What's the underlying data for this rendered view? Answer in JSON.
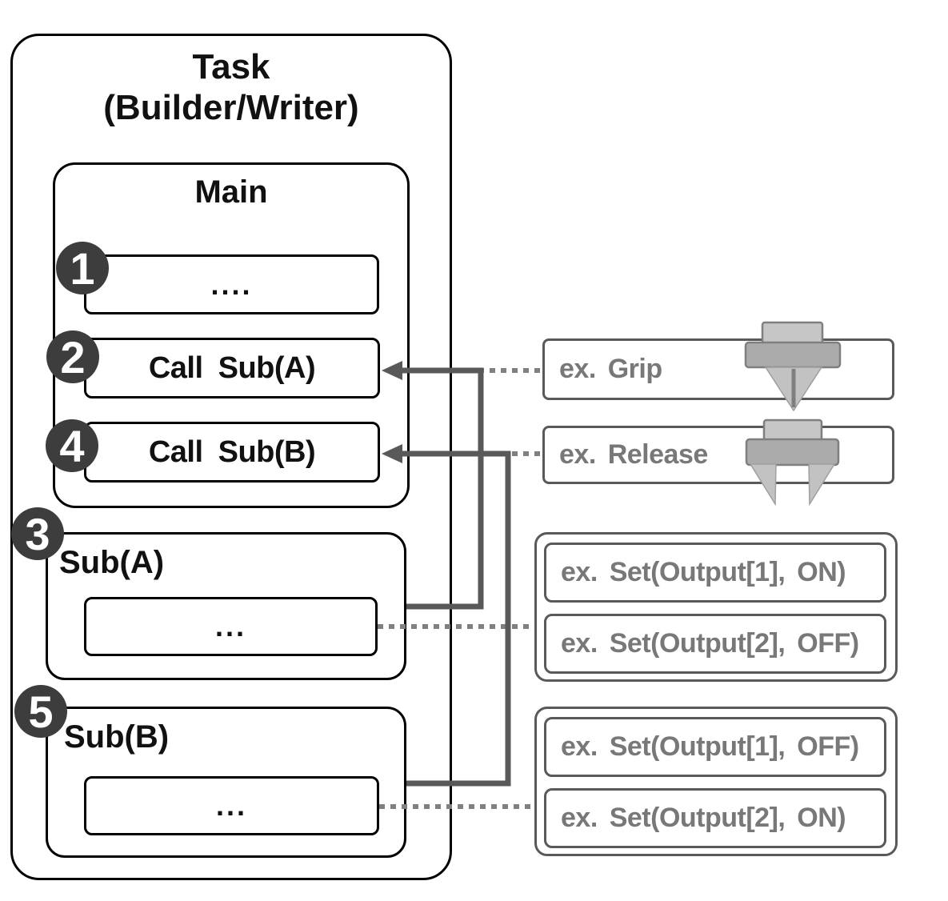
{
  "task": {
    "title_line1": "Task",
    "title_line2": "(Builder/Writer)"
  },
  "main": {
    "title": "Main",
    "steps": [
      {
        "num": "1",
        "label": "...."
      },
      {
        "num": "2",
        "label": "Call Sub(A)"
      },
      {
        "num": "4",
        "label": "Call Sub(B)"
      }
    ]
  },
  "subs": [
    {
      "num": "3",
      "title": "Sub(A)",
      "body": "..."
    },
    {
      "num": "5",
      "title": "Sub(B)",
      "body": "..."
    }
  ],
  "examples": {
    "grip": {
      "label": "ex. Grip",
      "icon": "gripper-closed-icon"
    },
    "release": {
      "label": "ex. Release",
      "icon": "gripper-open-icon"
    },
    "group_a": {
      "items": [
        {
          "label": "ex. Set(Output[1], ON)"
        },
        {
          "label": "ex. Set(Output[2], OFF)"
        }
      ]
    },
    "group_b": {
      "items": [
        {
          "label": "ex. Set(Output[1], OFF)"
        },
        {
          "label": "ex. Set(Output[2], ON)"
        }
      ]
    }
  },
  "colors": {
    "box_border": "#000000",
    "example_border": "#595959",
    "example_text": "#787878",
    "connector_solid": "#595959",
    "connector_dotted": "#808080",
    "badge_fill": "#3d3d3d",
    "badge_text": "#ffffff",
    "icon_light": "#c6c6c6",
    "icon_medium": "#ababab",
    "icon_outline": "#7f7f7f"
  }
}
